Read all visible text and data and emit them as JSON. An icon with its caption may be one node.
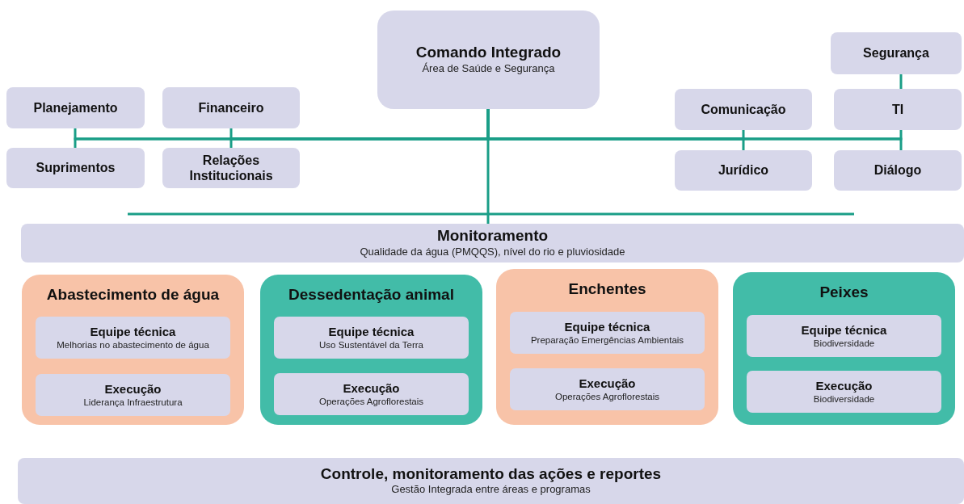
{
  "diagram": {
    "nodes": [
      {
        "text": [
          "Comando Integrado",
          "Área de Saúde e Segurança"
        ]
      },
      {
        "text": [
          "Segurança"
        ]
      },
      {
        "text": [
          "Planejamento"
        ]
      },
      {
        "text": [
          "Financeiro"
        ]
      },
      {
        "text": [
          "Comunicação"
        ]
      },
      {
        "text": [
          "TI"
        ]
      },
      {
        "text": [
          "Suprimentos"
        ]
      },
      {
        "text": [
          "Relações Institucionais"
        ]
      },
      {
        "text": [
          "Jurídico"
        ]
      },
      {
        "text": [
          "Diálogo"
        ]
      },
      {
        "text": [
          "Monitoramento",
          "Qualidade da água (PMQQS), nível do rio e pluviosidade"
        ]
      },
      {
        "text": [
          "Abastecimento de água"
        ]
      },
      {
        "text": [
          "Equipe técnica",
          "Melhorias no abastecimento de água"
        ],
        "in": 11
      },
      {
        "text": [
          "Execução",
          "Liderança Infraestrutura"
        ],
        "in": 11
      },
      {
        "text": [
          "Dessedentação animal"
        ]
      },
      {
        "text": [
          "Equipe técnica",
          "Uso Sustentável da Terra"
        ],
        "in": 14
      },
      {
        "text": [
          "Execução",
          "Operações Agroflorestais"
        ],
        "in": 14
      },
      {
        "text": [
          "Enchentes"
        ]
      },
      {
        "text": [
          "Equipe técnica",
          "Preparação Emergências Ambientais"
        ],
        "in": 17
      },
      {
        "text": [
          "Execução",
          "Operações Agroflorestais"
        ],
        "in": 17
      },
      {
        "text": [
          "Peixes"
        ]
      },
      {
        "text": [
          "Equipe técnica",
          "Biodiversidade"
        ],
        "in": 20
      },
      {
        "text": [
          "Execução",
          "Biodiversidade"
        ],
        "in": 20
      },
      {
        "text": [
          "Controle, monitoramento das ações e reportes",
          "Gestão Integrada entre áreas e programas"
        ]
      }
    ],
    "edges": [
      {
        "from": 0,
        "to": 2,
        "arrow": "none"
      },
      {
        "from": 0,
        "to": 6,
        "arrow": "none"
      },
      {
        "from": 0,
        "to": 3,
        "arrow": "none"
      },
      {
        "from": 0,
        "to": 7,
        "arrow": "none"
      },
      {
        "from": 0,
        "to": 4,
        "arrow": "none"
      },
      {
        "from": 0,
        "to": 8,
        "arrow": "none"
      },
      {
        "from": 0,
        "to": 5,
        "arrow": "none"
      },
      {
        "from": 0,
        "to": 9,
        "arrow": "none"
      },
      {
        "from": 1,
        "to": 5,
        "arrow": "none"
      },
      {
        "from": 0,
        "to": 10,
        "arrow": "none"
      }
    ]
  }
}
